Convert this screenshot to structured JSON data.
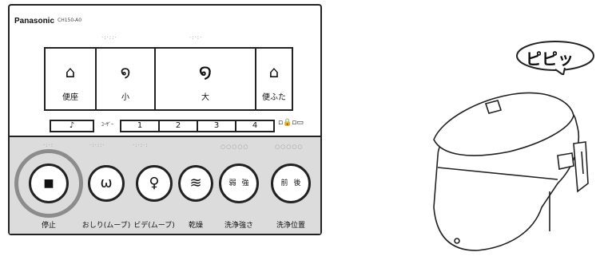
{
  "remote": {
    "brand": "Panasonic",
    "model": "CH150-A0",
    "top_buttons": [
      {
        "label": "便座",
        "glyph": "⌂",
        "icon": "seat-icon"
      },
      {
        "label": "小",
        "glyph": "໑",
        "icon": "flush-small-icon"
      },
      {
        "label": "大",
        "glyph": "໑",
        "icon": "flush-large-icon"
      },
      {
        "label": "便ふた",
        "glyph": "⌂",
        "icon": "lid-icon"
      }
    ],
    "memory_row": {
      "note": "♪",
      "user_label": "ﾕｰｻﾞｰ",
      "numbers": [
        "1",
        "2",
        "3",
        "4"
      ]
    },
    "lower_buttons": [
      {
        "label": "停止",
        "glyph": "■",
        "icon": "stop-icon"
      },
      {
        "label": "おしり(ムーブ)",
        "glyph": "ω",
        "icon": "rear-wash-icon"
      },
      {
        "label": "ビデ(ムーブ)",
        "glyph": "♀",
        "icon": "bidet-icon"
      },
      {
        "label": "乾燥",
        "glyph": "≋",
        "icon": "dry-icon"
      },
      {
        "label": "洗浄強さ",
        "left": "弱",
        "right": "強",
        "icon": "wash-strength-control"
      },
      {
        "label": "洗浄位置",
        "left": "前",
        "right": "後",
        "icon": "wash-position-control"
      }
    ],
    "level_dots": "○○○○○"
  },
  "speech": {
    "text": "ピピッ"
  }
}
